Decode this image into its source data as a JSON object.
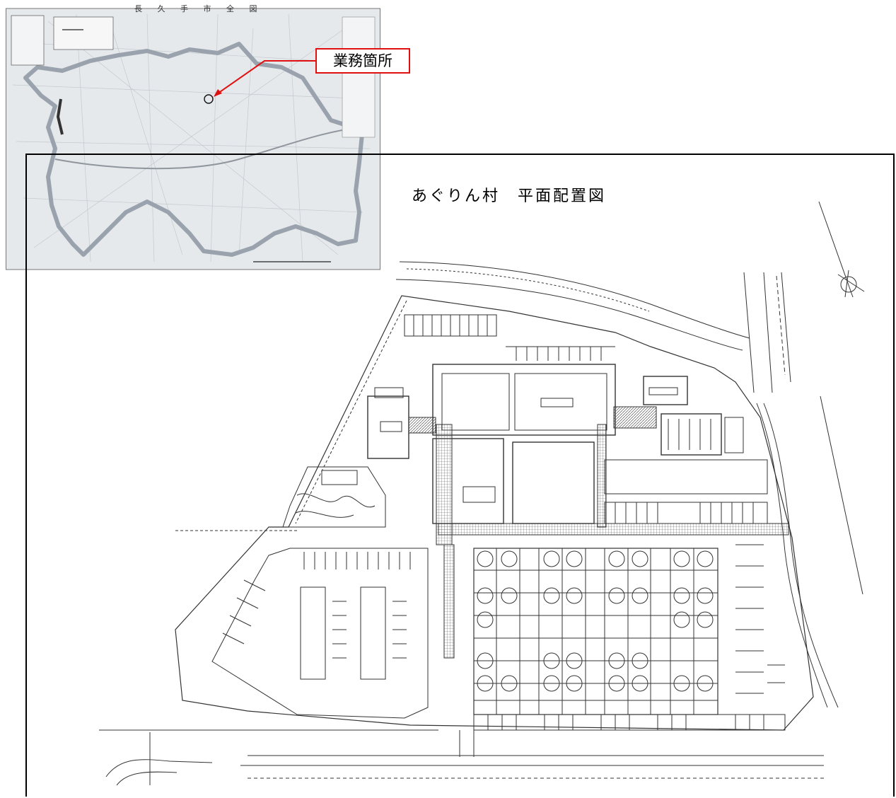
{
  "inset_map": {
    "title": "長 久 手 市 全 図",
    "callout_label": "業務箇所"
  },
  "site_plan": {
    "title": "あぐりん村　平面配置図"
  },
  "colors": {
    "callout": "#e01010",
    "map_background": "#dfe3e6",
    "city_boundary": "#9aa3ad",
    "drawing_line": "#333333",
    "hatch": "#555555"
  }
}
